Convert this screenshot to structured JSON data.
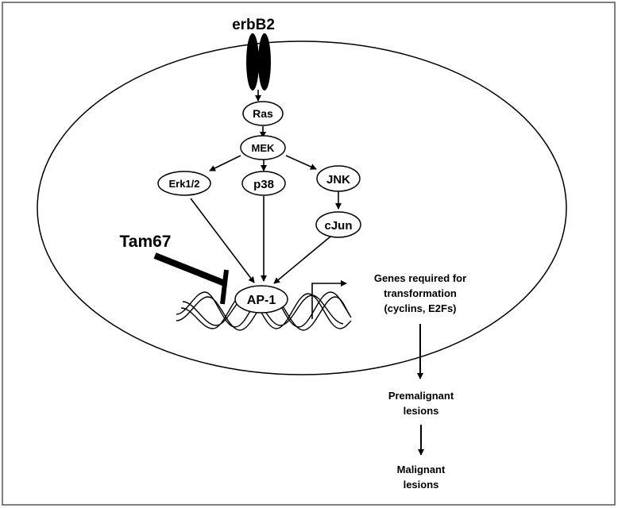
{
  "receptor": {
    "label": "erbB2"
  },
  "nodes": {
    "ras": "Ras",
    "mek": "MEK",
    "erk": "Erk1/2",
    "p38": "p38",
    "jnk": "JNK",
    "cjun": "cJun",
    "ap1": "AP-1"
  },
  "inhibitor": {
    "label": "Tam67"
  },
  "genes": {
    "line1": "Genes required for",
    "line2": "transformation",
    "line3": "(cyclins, E2Fs)"
  },
  "premalignant": {
    "line1": "Premalignant",
    "line2": "lesions"
  },
  "malignant": {
    "line1": "Malignant",
    "line2": "lesions"
  }
}
